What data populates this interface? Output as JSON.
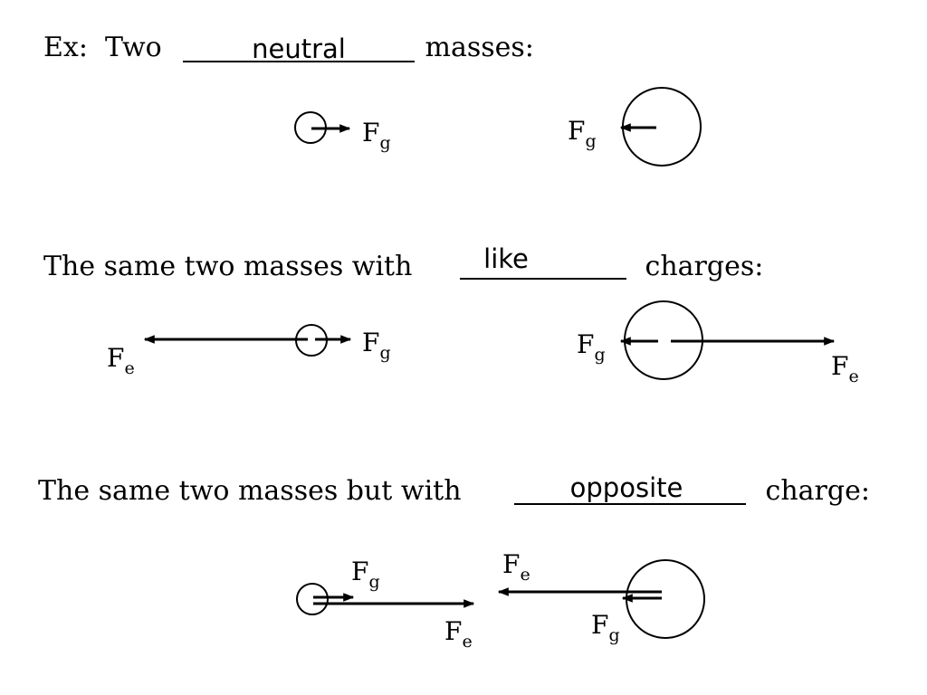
{
  "example": {
    "prefix": "Ex:  Two ",
    "blank": "neutral",
    "suffix": " masses:"
  },
  "like": {
    "prefix": "The same two masses with ",
    "blank": "like",
    "suffix": " charges:"
  },
  "opposite": {
    "prefix": "The same two masses but with ",
    "blank": "opposite",
    "suffix": " charge:"
  },
  "labels": {
    "F": "F",
    "g": "g",
    "e": "e"
  }
}
